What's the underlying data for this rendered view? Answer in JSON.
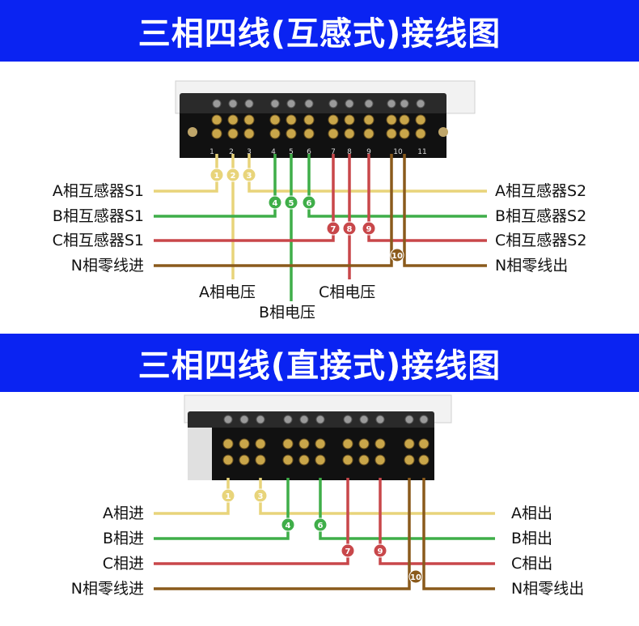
{
  "diagram1": {
    "title": "三相四线(互感式)接线图",
    "left_labels": [
      "A相互感器S1",
      "B相互感器S1",
      "C相互感器S1",
      "N相零线进"
    ],
    "right_labels": [
      "A相互感器S2",
      "B相互感器S2",
      "C相互感器S2",
      "N相零线出"
    ],
    "bottom_labels": [
      "A相电压",
      "C相电压",
      "B相电压"
    ],
    "terminal_numbers": [
      "1",
      "2",
      "3",
      "4",
      "5",
      "6",
      "7",
      "8",
      "9",
      "10",
      "11"
    ],
    "markers": [
      "1",
      "2",
      "3",
      "4",
      "5",
      "6",
      "7",
      "8",
      "9",
      "10"
    ]
  },
  "diagram2": {
    "title": "三相四线(直接式)接线图",
    "left_labels": [
      "A相进",
      "B相进",
      "C相进",
      "N相零线进"
    ],
    "right_labels": [
      "A相出",
      "B相出",
      "C相出",
      "N相零线出"
    ],
    "markers": [
      "1",
      "3",
      "4",
      "6",
      "7",
      "9",
      "10"
    ]
  },
  "colors": {
    "banner": "#0a23f2",
    "phase_a": "#e8d47a",
    "phase_b": "#3fae49",
    "phase_c": "#c8474a",
    "neutral": "#8a5a1c"
  }
}
